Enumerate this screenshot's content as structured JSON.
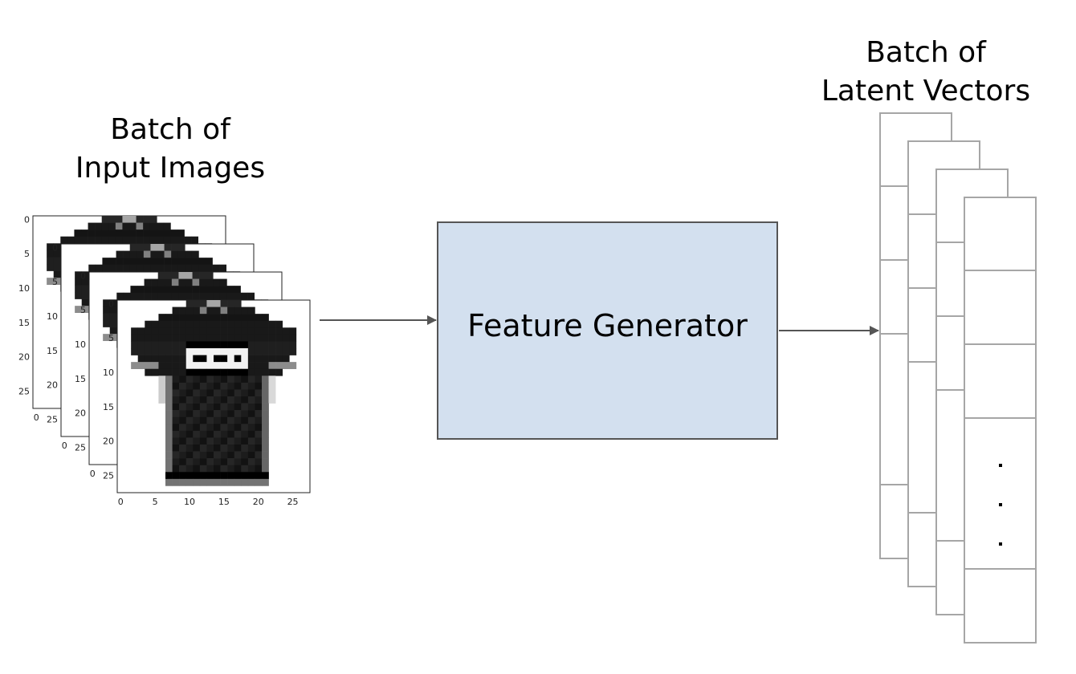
{
  "input_block": {
    "title_line1": "Batch of",
    "title_line2": "Input Images",
    "axis_ticks_y": [
      "0",
      "5",
      "10",
      "15",
      "20",
      "25"
    ],
    "axis_ticks_x": [
      "0",
      "5",
      "10",
      "15",
      "20",
      "25"
    ],
    "stack_count": 4
  },
  "feature_generator": {
    "label": "Feature Generator",
    "fill_color": "#d3e0ef"
  },
  "latent_block": {
    "title_line1": "Batch of",
    "title_line2": "Latent Vectors",
    "stack_count": 4,
    "ellipsis_dots": 3
  },
  "colors": {
    "arrow": "#555555",
    "vector_outline": "#a6a6a6"
  }
}
